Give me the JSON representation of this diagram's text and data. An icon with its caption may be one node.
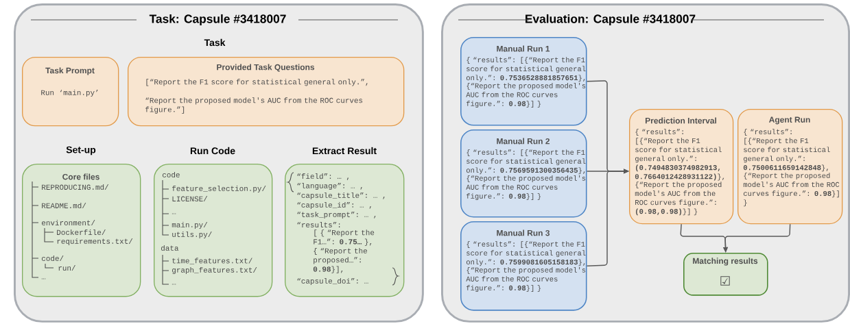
{
  "diagram": {
    "nodes": [
      {
        "text": [
          "Task: Capsule #3418007"
        ]
      },
      {
        "text": [
          "Task Prompt",
          "Run ‘main.py’"
        ],
        "in": 0
      },
      {
        "text": [
          "Provided Task Questions",
          "[“Report the F1 score for statistical general only.”,",
          "“Report the proposed model's AUC from the ROC curves figure.”]"
        ],
        "in": 0
      },
      {
        "text": [
          "Core files",
          "REPRODUCING.md/",
          "README.md/",
          "environment/",
          "Dockerfile/",
          "requirements.txt/",
          "code/",
          "run/",
          "…"
        ],
        "in": 0
      },
      {
        "text": [
          "code",
          "feature_selection.py/",
          "LICENSE/",
          "…",
          "main.py/",
          "utils.py/",
          "data",
          "time_features.txt/",
          "graph_features.txt/",
          "…"
        ],
        "in": 0
      },
      {
        "text": [
          "“field”: … ,",
          "“language”: … ,",
          "“capsule_title”: … ,",
          "“capsule_id”: … ,",
          "“task_prompt”: … ,",
          "“results”:",
          "[ { “Report the F1…”: **0.75…** }, { “Report the proposed…”: **0.98**}],",
          "“capsule_doi”: …"
        ],
        "in": 0
      },
      {
        "text": [
          "Evaluation: Capsule #3418007"
        ]
      },
      {
        "text": [
          "Manual Run 1",
          "{ “results”: [{“Report the F1 score for statistical general only.”: **0.7536528881857651**},",
          "{“Report the proposed model's AUC from the ROC curves figure.”: **0.98**}] }"
        ],
        "in": 6
      },
      {
        "text": [
          "Manual Run 2",
          "{ “results”: [{“Report the F1 score for statistical general only.”: **0.7569591300356435**},",
          "{“Report the proposed model's AUC from the ROC curves figure.”: **0.98**}] }"
        ],
        "in": 6
      },
      {
        "text": [
          "Manual Run 3",
          "{ “results”: [{“Report the F1 score for statistical general only.”: **0.7599081605158183**},",
          "{“Report the proposed model's AUC from the ROC curves figure.”: **0.98**}] }"
        ],
        "in": 6
      },
      {
        "text": [
          "Prediction Interval",
          "{ “results”: [{“Report the F1 score for statistical general only.”: **(0.7494830374982913, 0.7664012428931122)**},",
          "{“Report the proposed model's AUC from the ROC curves figure.”: **(0.98,0.98)**}] }"
        ],
        "in": 6
      },
      {
        "text": [
          "Agent Run",
          "{ “results”: [{“Report the F1 score for statistical general only.”: **0.7500611659142848**},",
          "{“Report the proposed model's AUC from the ROC curves figure.”: **0.98**}] }"
        ],
        "in": 6
      },
      {
        "text": [
          "Matching results",
          "☑"
        ],
        "in": 6
      }
    ],
    "edges": [
      {
        "from": 7,
        "to": 10,
        "arrow": "to"
      },
      {
        "from": 8,
        "to": 10,
        "arrow": "to"
      },
      {
        "from": 9,
        "to": 10,
        "arrow": "to"
      },
      {
        "from": 10,
        "to": 12,
        "arrow": "to"
      },
      {
        "from": 11,
        "to": 12,
        "arrow": "to"
      }
    ],
    "labels": [
      "Task",
      "Set-up",
      "Run Code",
      "Extract Result"
    ]
  }
}
